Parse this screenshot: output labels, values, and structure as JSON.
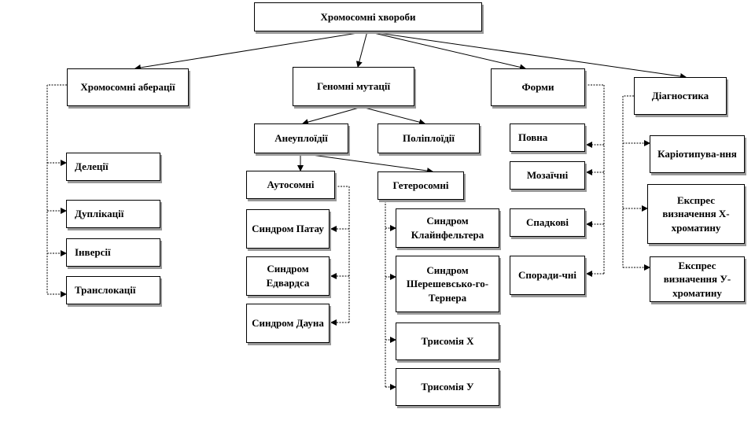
{
  "diagram": {
    "root": "Хромосомні хвороби",
    "aberrations": {
      "title": "Хромосомні аберації",
      "items": [
        "Делеції",
        "Дуплікації",
        "Інверсії",
        "Транслокації"
      ]
    },
    "genomic": {
      "title": "Геномні мутації",
      "aneuploidy": "Анеуплоїдії",
      "polyploidy": "Поліплоїдії",
      "autosomal": {
        "title": "Аутосомні",
        "items": [
          "Синдром Патау",
          "Синдром Едвардса",
          "Синдром Дауна"
        ]
      },
      "gonosomal": {
        "title": "Гетеросомні",
        "items": [
          "Синдром Клайнфельтера",
          "Синдром Шерешевсько-го-Тернера",
          "Трисомія Х",
          "Трисомія У"
        ]
      }
    },
    "forms": {
      "title": "Форми",
      "items": [
        "Повна",
        "Мозаїчні",
        "Спадкові",
        "Споради-чні"
      ]
    },
    "diagnostics": {
      "title": "Діагностика",
      "items": [
        "Каріотипува-ння",
        "Експрес визначення Х-хроматину",
        "Експрес визначення У-хроматину"
      ]
    }
  }
}
